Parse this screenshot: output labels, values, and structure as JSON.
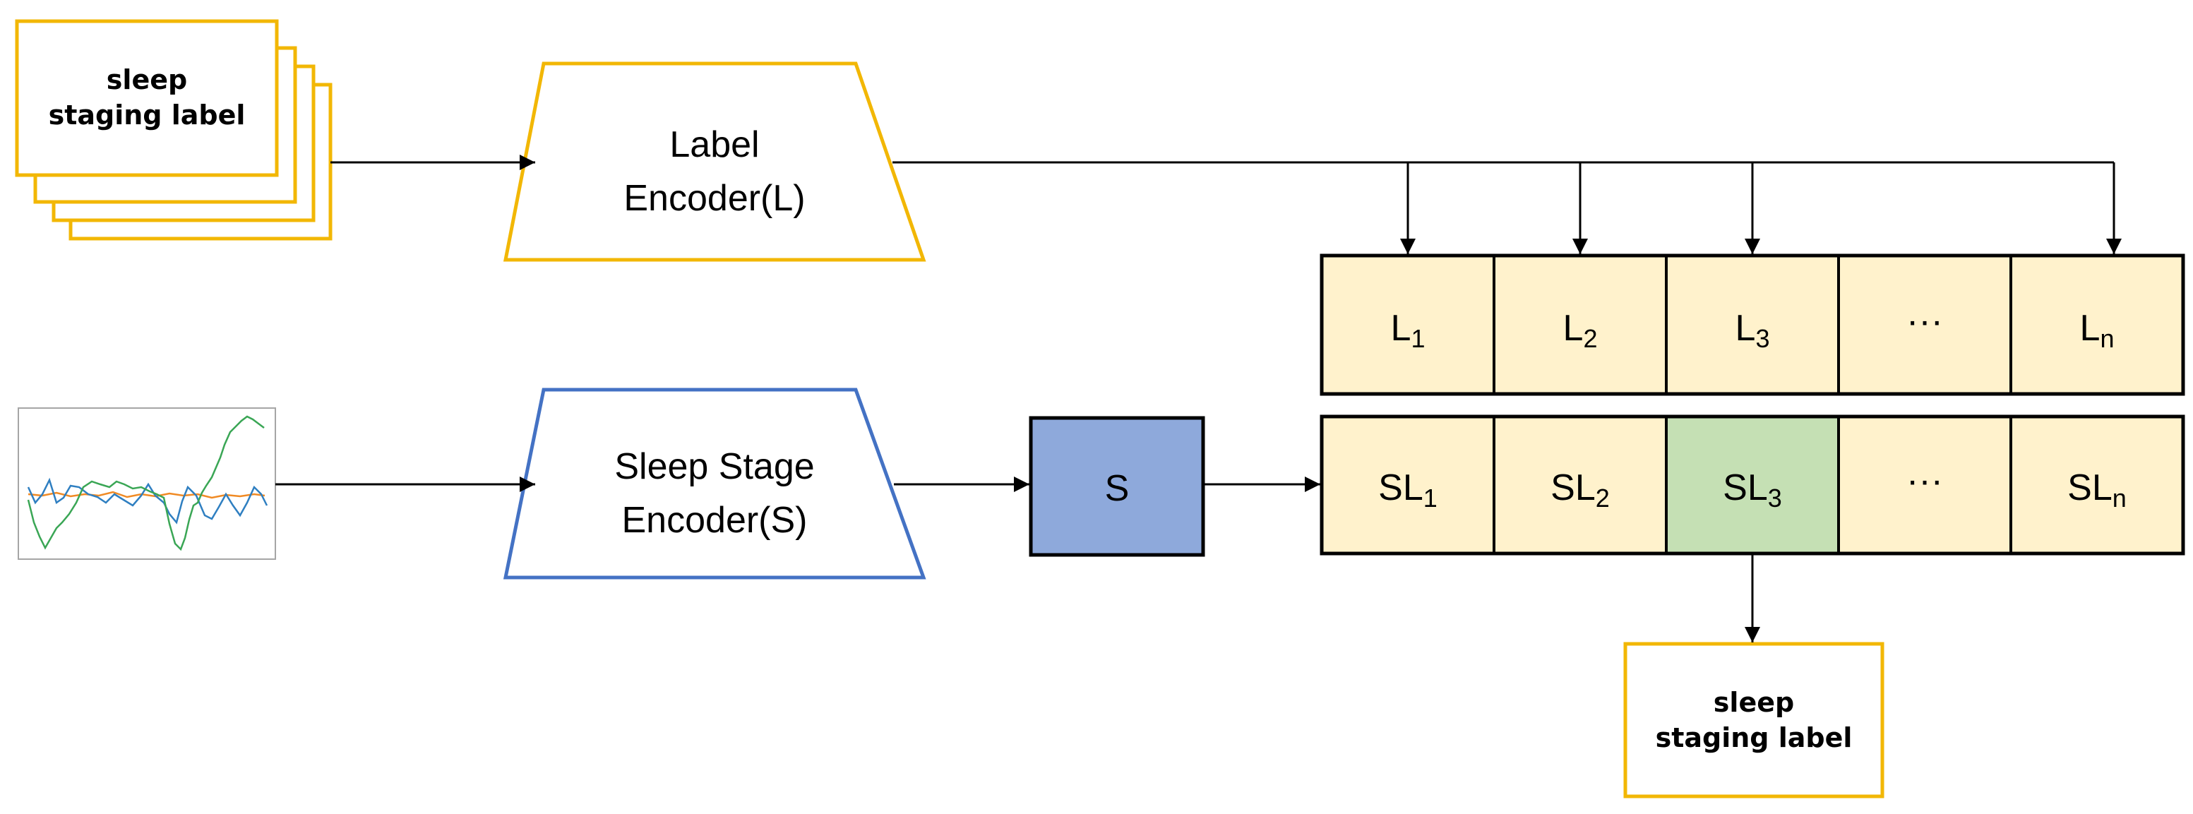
{
  "input_label_card": {
    "line1": "sleep",
    "line2": "staging label"
  },
  "label_encoder": {
    "line1": "Label",
    "line2": "Encoder(L)"
  },
  "sleep_stage_encoder": {
    "line1": "Sleep Stage",
    "line2": "Encoder(S)"
  },
  "s_block": {
    "label": "S"
  },
  "label_embeddings": [
    {
      "base": "L",
      "sub": "1"
    },
    {
      "base": "L",
      "sub": "2"
    },
    {
      "base": "L",
      "sub": "3"
    },
    {
      "base": "···",
      "sub": ""
    },
    {
      "base": "L",
      "sub": "n"
    }
  ],
  "similarity_row": [
    {
      "base": "SL",
      "sub": "1"
    },
    {
      "base": "SL",
      "sub": "2"
    },
    {
      "base": "SL",
      "sub": "3"
    },
    {
      "base": "···",
      "sub": ""
    },
    {
      "base": "SL",
      "sub": "n"
    }
  ],
  "output_label": {
    "line1": "sleep",
    "line2": "staging label"
  },
  "colors": {
    "label_orange": "#F2B705",
    "encoder_blue": "#4472C4",
    "s_fill": "#8EA9DB",
    "cell_fill": "#FFF2CC",
    "highlight_fill": "#C5E0B4",
    "signal_green": "#3AA655",
    "signal_blue": "#2F7FC1",
    "signal_orange": "#F08A24"
  }
}
